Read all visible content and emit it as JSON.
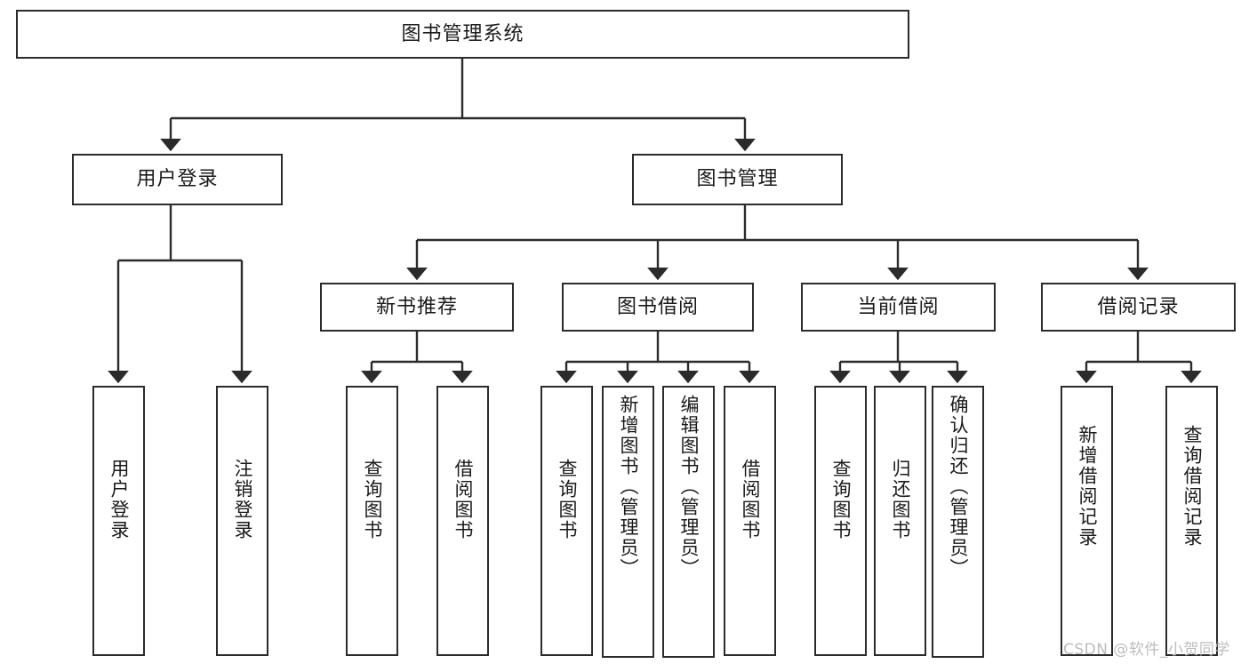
{
  "diagram": {
    "title": "图书管理系统",
    "type": "tree",
    "orientation": "top-down",
    "style": {
      "background": "#ffffff",
      "node_fill": "#ffffff",
      "node_stroke": "#2b2b2b",
      "edge_color": "#2b2b2b",
      "text_color": "#1a1a1a",
      "watermark_color": "#bdbdbd"
    }
  },
  "nodes": {
    "root": {
      "label": "图书管理系统"
    },
    "level2": [
      {
        "id": "user-login",
        "label": "用户登录"
      },
      {
        "id": "book-manage",
        "label": "图书管理"
      }
    ],
    "level3": [
      {
        "id": "new-book-rec",
        "label": "新书推荐"
      },
      {
        "id": "book-borrow",
        "label": "图书借阅"
      },
      {
        "id": "current-borrow",
        "label": "当前借阅"
      },
      {
        "id": "borrow-record",
        "label": "借阅记录"
      }
    ],
    "leaves": {
      "user_login": [
        {
          "id": "leaf-user-login",
          "label": "用户登录"
        },
        {
          "id": "leaf-logout",
          "label": "注销登录"
        }
      ],
      "new_book_rec": [
        {
          "id": "leaf-query-book-1",
          "label": "查询图书"
        },
        {
          "id": "leaf-borrow-book-1",
          "label": "借阅图书"
        }
      ],
      "book_borrow": [
        {
          "id": "leaf-query-book-2",
          "label": "查询图书"
        },
        {
          "id": "leaf-add-book",
          "label": "新增图书（管理员）"
        },
        {
          "id": "leaf-edit-book",
          "label": "编辑图书（管理员）"
        },
        {
          "id": "leaf-borrow-book-2",
          "label": "借阅图书"
        }
      ],
      "current_borrow": [
        {
          "id": "leaf-query-book-3",
          "label": "查询图书"
        },
        {
          "id": "leaf-return-book",
          "label": "归还图书"
        },
        {
          "id": "leaf-confirm-return",
          "label": "确认归还（管理员）"
        }
      ],
      "borrow_record": [
        {
          "id": "leaf-add-record",
          "label": "新增借阅记录"
        },
        {
          "id": "leaf-query-record",
          "label": "查询借阅记录"
        }
      ]
    }
  },
  "edges": [
    {
      "from": "图书管理系统",
      "to": "用户登录"
    },
    {
      "from": "图书管理系统",
      "to": "图书管理"
    },
    {
      "from": "用户登录",
      "to": "用户登录"
    },
    {
      "from": "用户登录",
      "to": "注销登录"
    },
    {
      "from": "图书管理",
      "to": "新书推荐"
    },
    {
      "from": "图书管理",
      "to": "图书借阅"
    },
    {
      "from": "图书管理",
      "to": "当前借阅"
    },
    {
      "from": "图书管理",
      "to": "借阅记录"
    },
    {
      "from": "新书推荐",
      "to": "查询图书"
    },
    {
      "from": "新书推荐",
      "to": "借阅图书"
    },
    {
      "from": "图书借阅",
      "to": "查询图书"
    },
    {
      "from": "图书借阅",
      "to": "新增图书（管理员）"
    },
    {
      "from": "图书借阅",
      "to": "编辑图书（管理员）"
    },
    {
      "from": "图书借阅",
      "to": "借阅图书"
    },
    {
      "from": "当前借阅",
      "to": "查询图书"
    },
    {
      "from": "当前借阅",
      "to": "归还图书"
    },
    {
      "from": "当前借阅",
      "to": "确认归还（管理员）"
    },
    {
      "from": "借阅记录",
      "to": "新增借阅记录"
    },
    {
      "from": "借阅记录",
      "to": "查询借阅记录"
    }
  ],
  "watermark": {
    "text": "CSDN @软件_小贺同学"
  }
}
